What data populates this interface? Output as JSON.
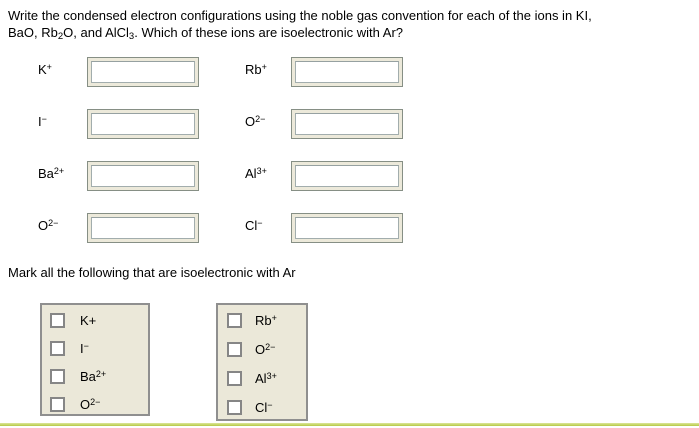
{
  "question": {
    "line1": "Write the condensed electron configurations using the noble gas convention for each of the ions in KI,",
    "line2_pre": "BaO, Rb",
    "sub1": "2",
    "line2_mid": "O, and AlCl",
    "sub2": "3",
    "line2_post": ". Which of these ions are isoelectronic with Ar?"
  },
  "config_fields": [
    {
      "ion": "K",
      "charge": "+",
      "value": ""
    },
    {
      "ion": "Rb",
      "charge": "+",
      "value": ""
    },
    {
      "ion": "I",
      "charge": "−",
      "value": ""
    },
    {
      "ion": "O",
      "charge": "2−",
      "value": ""
    },
    {
      "ion": "Ba",
      "charge": "2+",
      "value": ""
    },
    {
      "ion": "Al",
      "charge": "3+",
      "value": ""
    },
    {
      "ion": "O",
      "charge": "2−",
      "value": ""
    },
    {
      "ion": "Cl",
      "charge": "−",
      "value": ""
    }
  ],
  "mark_section": {
    "prompt": "Mark all the following that are isoelectronic with Ar",
    "groups": [
      {
        "options": [
          {
            "label": "K+",
            "sup": "",
            "checked": false
          },
          {
            "label": "I",
            "sup": "−",
            "checked": false
          },
          {
            "label": "Ba",
            "sup": "2+",
            "checked": false
          },
          {
            "label": "O",
            "sup": "2−",
            "checked": false
          }
        ]
      },
      {
        "options": [
          {
            "label": "Rb",
            "sup": "+",
            "checked": false
          },
          {
            "label": "O",
            "sup": "2−",
            "checked": false
          },
          {
            "label": "Al",
            "sup": "3+",
            "checked": false
          },
          {
            "label": "Cl",
            "sup": "−",
            "checked": false
          }
        ]
      }
    ]
  },
  "colors": {
    "divider_accent": "#bccd4f",
    "panel_background": "#ebe8d9",
    "panel_border": "#8f8f8f",
    "input_frame": "#ece9da",
    "input_frame_border": "#868f85",
    "input_inner_border": "#a2adad"
  }
}
